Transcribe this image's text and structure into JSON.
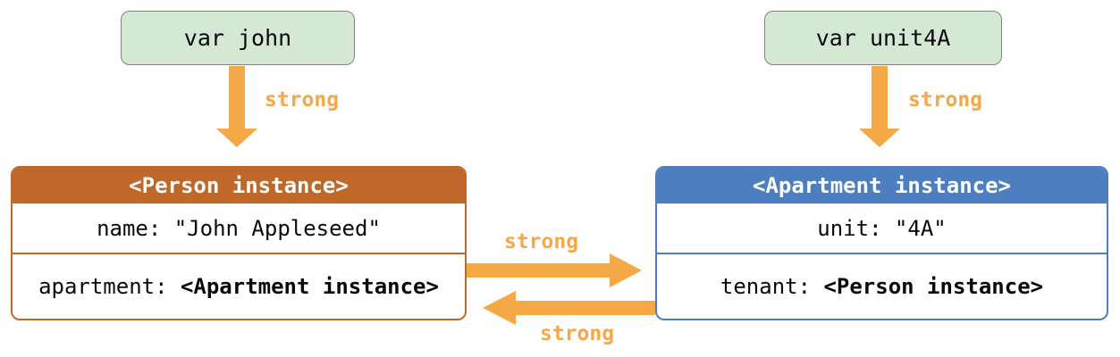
{
  "colors": {
    "background": "#ffffff",
    "var_box_fill": "#d5e8d4",
    "var_box_border": "#848484",
    "person_accent": "#c0672a",
    "apartment_accent": "#4d7ebf",
    "arrow_orange": "#f5a846",
    "header_text": "#ffffff",
    "body_text": "#0a0a0a"
  },
  "variables": {
    "john": {
      "label": "var john"
    },
    "unit4a": {
      "label": "var unit4A"
    }
  },
  "person_box": {
    "title": "<Person instance>",
    "name_row": {
      "label": "name:",
      "value": "\"John Appleseed\""
    },
    "apartment_row": {
      "label": "apartment:",
      "value": "<Apartment instance>"
    }
  },
  "apartment_box": {
    "title": "<Apartment instance>",
    "unit_row": {
      "label": "unit:",
      "value": "\"4A\""
    },
    "tenant_row": {
      "label": "tenant:",
      "value": "<Person instance>"
    }
  },
  "arrow_labels": {
    "john_to_person": "strong",
    "unit4a_to_apartment": "strong",
    "person_to_apartment": "strong",
    "apartment_to_person": "strong"
  }
}
